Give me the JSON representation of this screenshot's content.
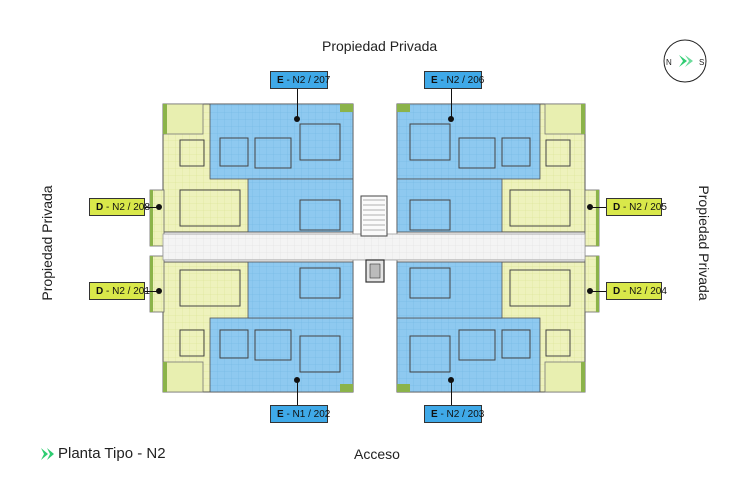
{
  "labels": {
    "top": "Propiedad Privada",
    "left": "Propiedad Privada",
    "right": "Propiedad Privada",
    "bottom": "Acceso"
  },
  "plan_title": "Planta Tipo - N2",
  "compass": {
    "n": "N",
    "s": "S"
  },
  "units": [
    {
      "code": "E",
      "label": " - N2 / 207",
      "color": "#3fa9e8"
    },
    {
      "code": "E",
      "label": " - N2 / 206",
      "color": "#3fa9e8"
    },
    {
      "code": "D",
      "label": " - N2 / 208",
      "color": "#d9e84a"
    },
    {
      "code": "D",
      "label": " - N2 / 205",
      "color": "#d9e84a"
    },
    {
      "code": "D",
      "label": " - N2 / 201",
      "color": "#d9e84a"
    },
    {
      "code": "D",
      "label": " - N2 / 204",
      "color": "#d9e84a"
    },
    {
      "code": "E",
      "label": " - N1 / 202",
      "color": "#3fa9e8"
    },
    {
      "code": "E",
      "label": " - N2 / 203",
      "color": "#3fa9e8"
    }
  ],
  "colors": {
    "unit_e": "#3fa9e8",
    "unit_d": "#d9e84a",
    "accent": "#2ecc71"
  }
}
